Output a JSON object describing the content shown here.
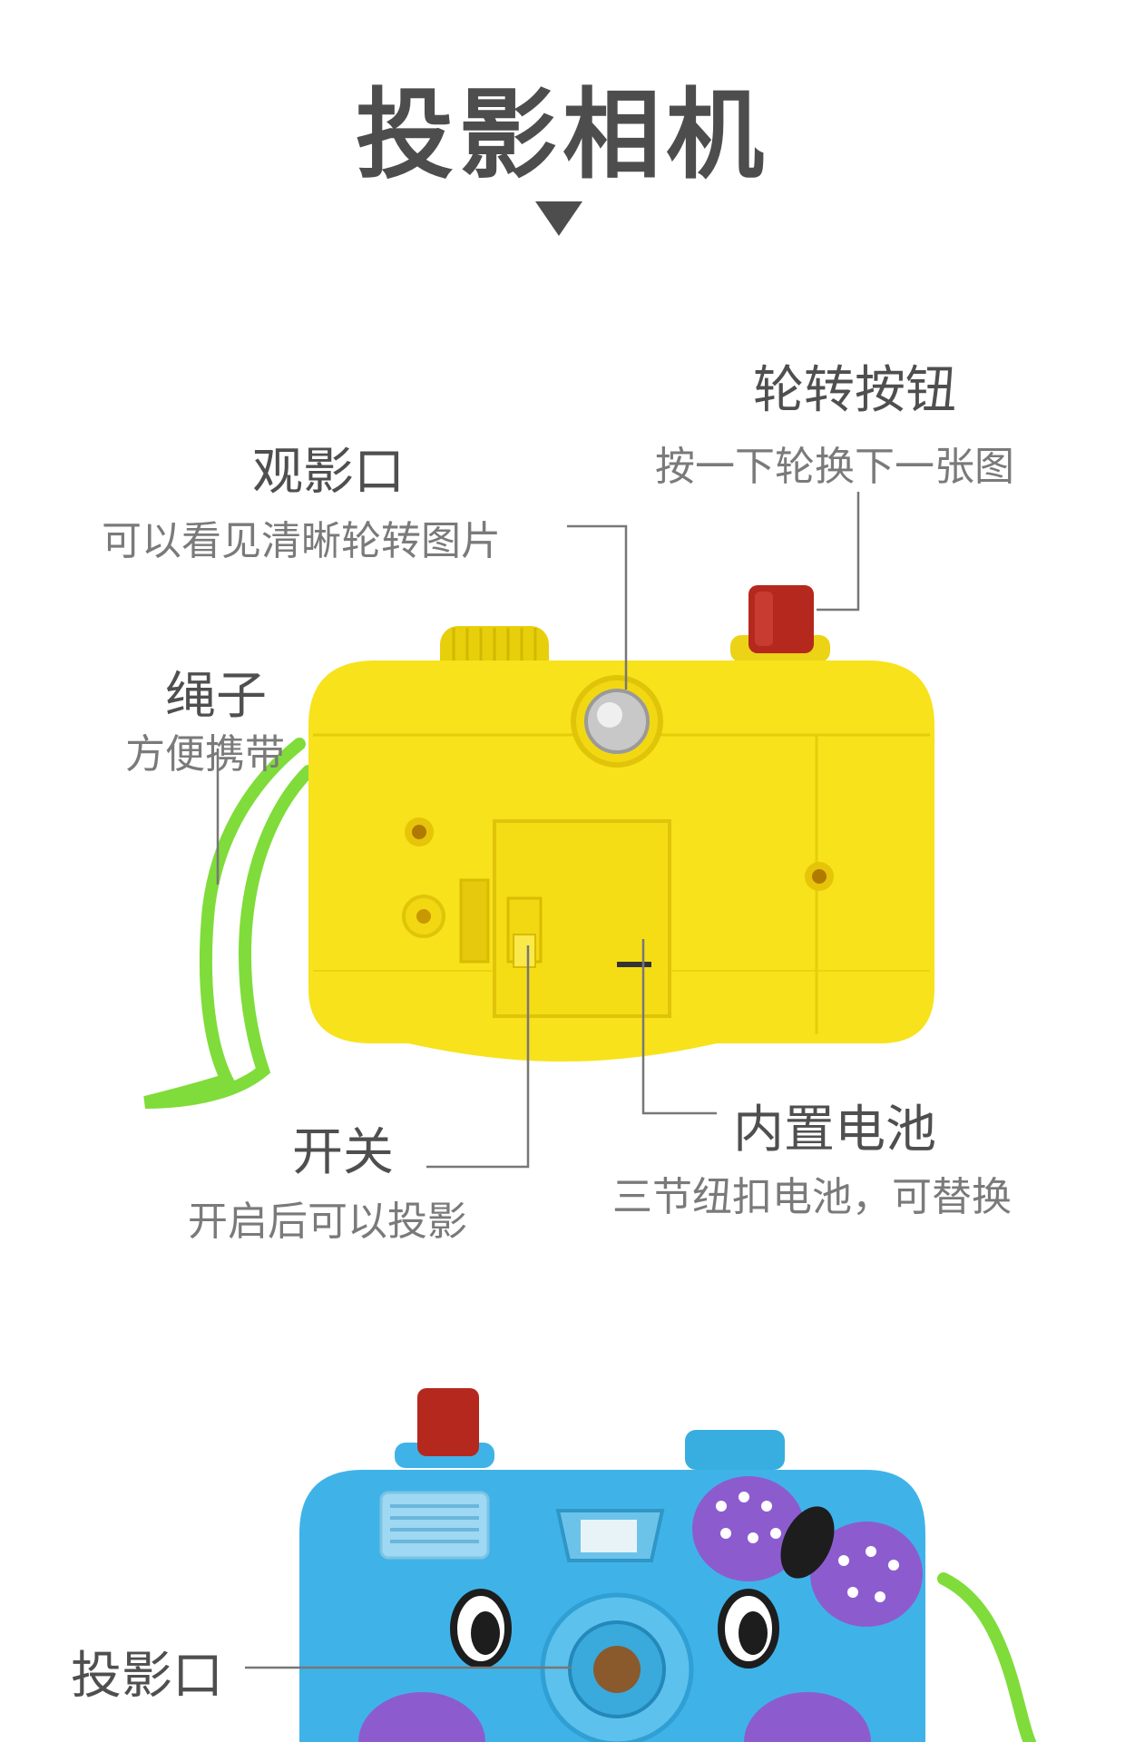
{
  "header": {
    "title": "投影相机"
  },
  "callouts": {
    "rotate_button": {
      "label": "轮转按钮",
      "desc": "按一下轮换下一张图"
    },
    "viewing_port": {
      "label": "观影口",
      "desc": "可以看见清晰轮转图片"
    },
    "strap": {
      "label": "绳子",
      "desc": "方便携带"
    },
    "switch": {
      "label": "开关",
      "desc": "开启后可以投影"
    },
    "battery": {
      "label": "内置电池",
      "desc": "三节纽扣电池，可替换"
    },
    "projection_port": {
      "label": "投影口"
    }
  },
  "colors": {
    "yellow_body": "#f7e21c",
    "red_button": "#b5281e",
    "green_strap": "#7fdc3a",
    "blue_body": "#3fb3e8",
    "purple_bow": "#8c5ccf"
  }
}
